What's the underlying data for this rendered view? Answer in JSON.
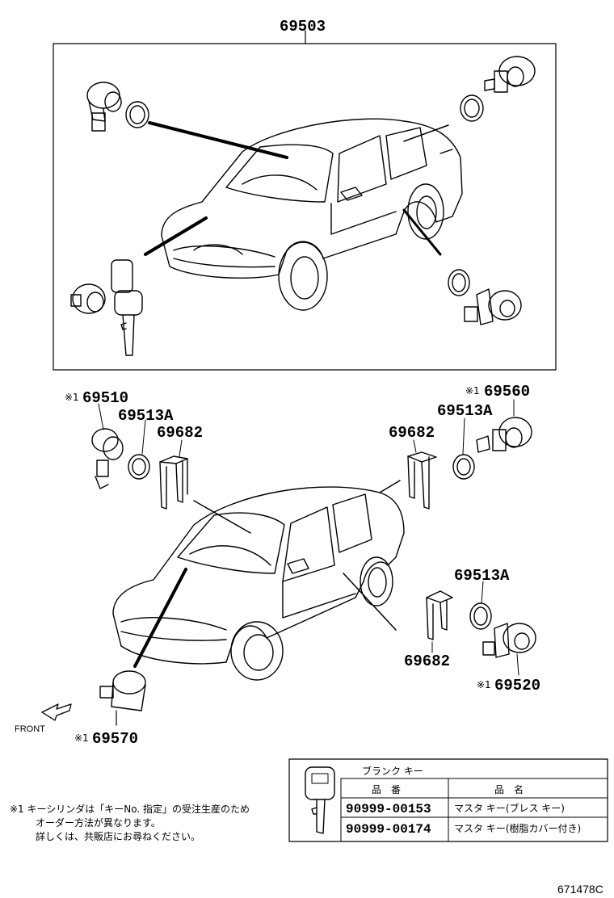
{
  "labels": {
    "top_assembly": "69503",
    "p69510": "69510",
    "p69513a_1": "69513A",
    "p69682_1": "69682",
    "p69682_2": "69682",
    "p69513a_2": "69513A",
    "p69560": "69560",
    "p69513a_3": "69513A",
    "p69682_3": "69682",
    "p69520": "69520",
    "p69570": "69570",
    "front": "FRONT",
    "mark": "※1"
  },
  "note": {
    "line1": "※1  キーシリンダは「キーNo. 指定」の受注生産のため",
    "line2": "オーダー方法が異なります。",
    "line3": "詳しくは、共販店にお尋ねください。"
  },
  "key_table": {
    "title": "ブランク キー",
    "col1": "品　番",
    "col2": "品　名",
    "rows": [
      {
        "pn": "90999-00153",
        "name": "マスタ キー(ブレス キー)"
      },
      {
        "pn": "90999-00174",
        "name": "マスタ キー(樹脂カバー付き)"
      }
    ]
  },
  "footer_code": "671478C"
}
